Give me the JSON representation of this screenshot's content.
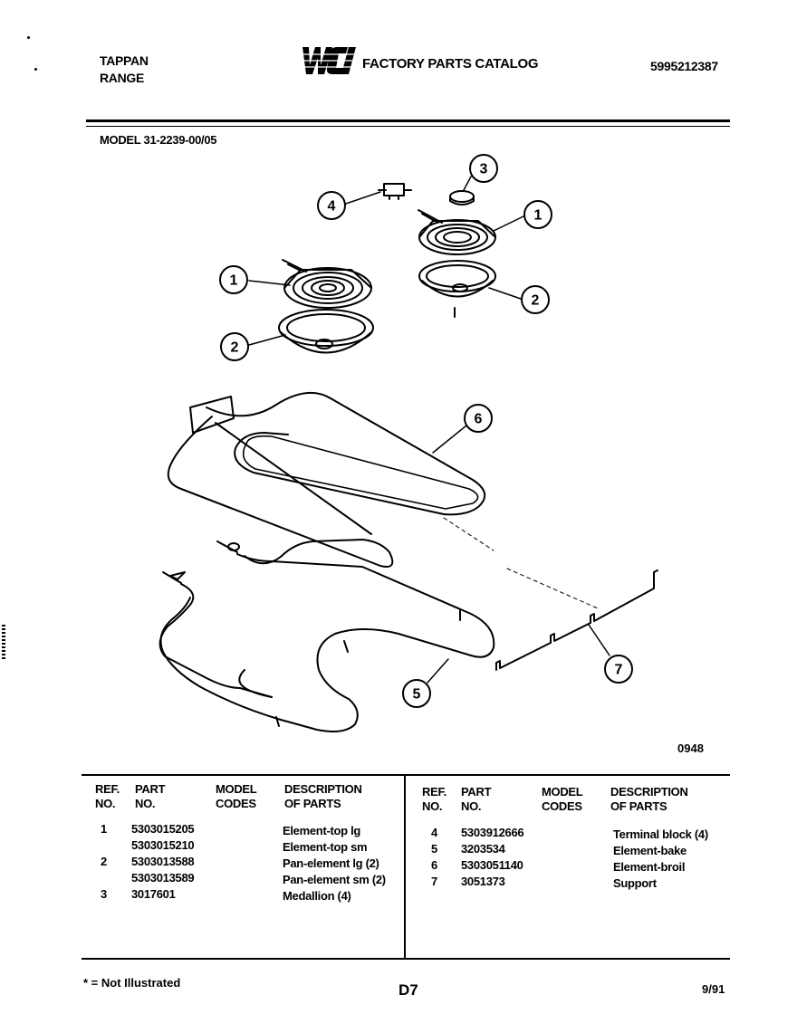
{
  "header": {
    "brand_line1": "TAPPAN",
    "brand_line2": "RANGE",
    "logo_text": "WCI",
    "catalog_title": "FACTORY PARTS CATALOG",
    "catalog_number": "5995212387",
    "model": "MODEL 31-2239-00/05"
  },
  "diagram": {
    "code": "0948",
    "callouts": [
      "1",
      "2",
      "3",
      "4",
      "1",
      "2",
      "6",
      "5",
      "7"
    ]
  },
  "table": {
    "headers": {
      "ref": [
        "REF.",
        "NO."
      ],
      "part": [
        "PART",
        "NO."
      ],
      "model": [
        "MODEL",
        "CODES"
      ],
      "desc": [
        "DESCRIPTION",
        "OF PARTS"
      ]
    },
    "left_rows": [
      {
        "ref": "1",
        "part": "5303015205",
        "code": "",
        "desc": "Element-top lg"
      },
      {
        "ref": "",
        "part": "5303015210",
        "code": "",
        "desc": "Element-top sm"
      },
      {
        "ref": "2",
        "part": "5303013588",
        "code": "",
        "desc": "Pan-element lg (2)"
      },
      {
        "ref": "",
        "part": "5303013589",
        "code": "",
        "desc": "Pan-element sm (2)"
      },
      {
        "ref": "3",
        "part": "3017601",
        "code": "",
        "desc": "Medallion (4)"
      }
    ],
    "right_rows": [
      {
        "ref": "4",
        "part": "5303912666",
        "code": "",
        "desc": "Terminal block (4)"
      },
      {
        "ref": "5",
        "part": "3203534",
        "code": "",
        "desc": "Element-bake"
      },
      {
        "ref": "6",
        "part": "5303051140",
        "code": "",
        "desc": "Element-broil"
      },
      {
        "ref": "7",
        "part": "3051373",
        "code": "",
        "desc": "Support"
      }
    ]
  },
  "footer": {
    "legend": "* = Not Illustrated",
    "page": "D7",
    "date": "9/91"
  }
}
